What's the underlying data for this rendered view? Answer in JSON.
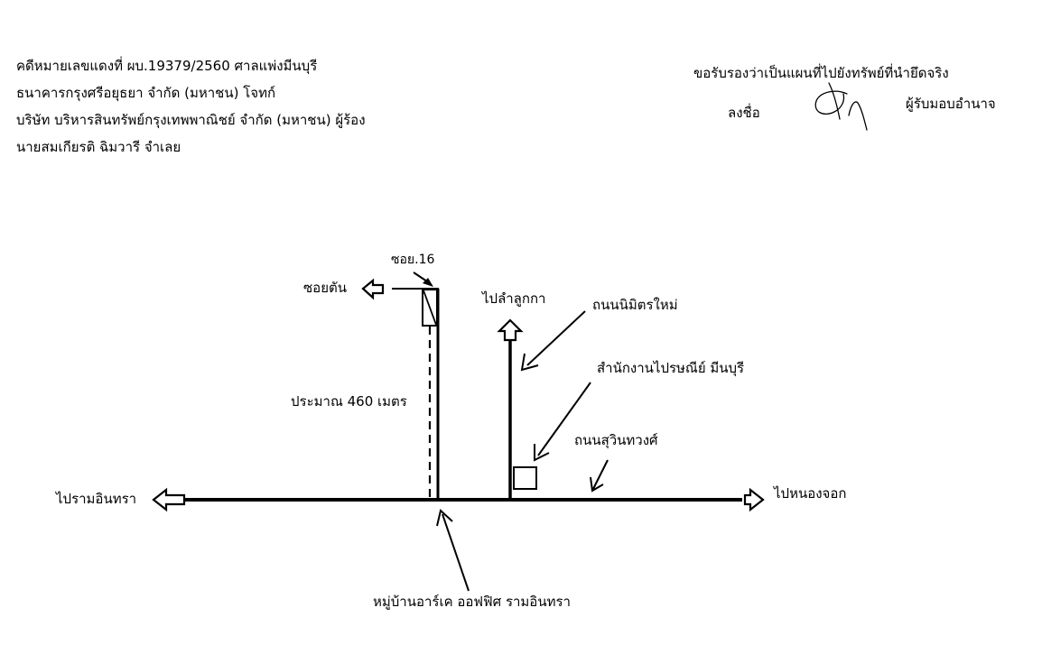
{
  "header": {
    "case_line": "คดีหมายเลขแดงที่ ผบ.19379/2560 ศาลแพ่งมีนบุรี",
    "plaintiff_line": "ธนาคารกรุงศรีอยุธยา จำกัด (มหาชน) โจทก์",
    "petitioner_line": "บริษัท บริหารสินทรัพย์กรุงเทพพาณิชย์ จำกัด (มหาชน) ผู้ร้อง",
    "defendant_line": "นายสมเกียรติ ฉิมวารี จำเลย"
  },
  "certification": {
    "statement": "ขอรับรองว่าเป็นแผนที่ไปยังทรัพย์ที่นำยึดจริง",
    "sign_label": "ลงชื่อ",
    "signer_role": "ผู้รับมอบอำนาจ"
  },
  "map": {
    "soi_label": "ซอย.16",
    "soi_end_label": "ซอยตัน",
    "to_lam_luk_ka": "ไปลำลูกกา",
    "nimit_mai_road": "ถนนนิมิตรใหม่",
    "post_office": "สำนักงานไปรษณีย์ มีนบุรี",
    "distance": "ประมาณ 460 เมตร",
    "suwinthawong_road": "ถนนสุวินทวงศ์",
    "to_ram_intra": "ไปรามอินทรา",
    "to_nong_chok": "ไปหนองจอก",
    "village": "หมู่บ้านอาร์เค ออฟฟิศ รามอินทรา"
  }
}
